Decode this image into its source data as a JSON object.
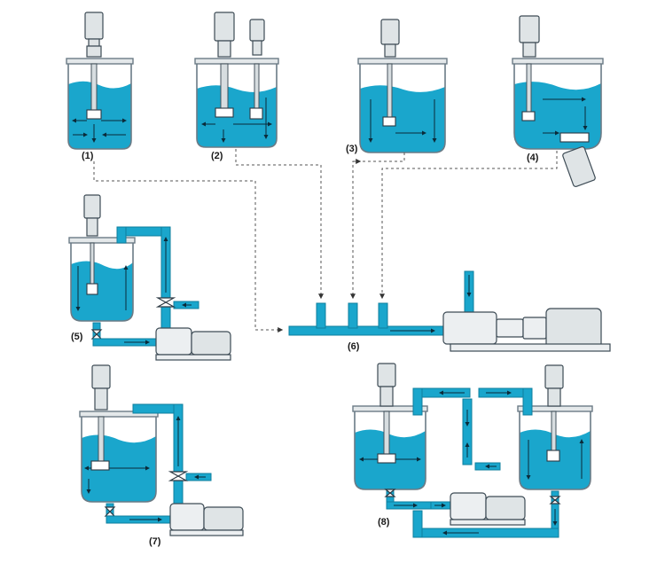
{
  "figure": {
    "labels": {
      "l1": "(1)",
      "l2": "(2)",
      "l3": "(3)",
      "l4": "(4)",
      "l5": "(5)",
      "l6": "(6)",
      "l7": "(7)",
      "l8": "(8)"
    }
  },
  "colors": {
    "liquid": "#1aa6cc",
    "outline": "#3d4b55",
    "background": "#ffffff"
  }
}
